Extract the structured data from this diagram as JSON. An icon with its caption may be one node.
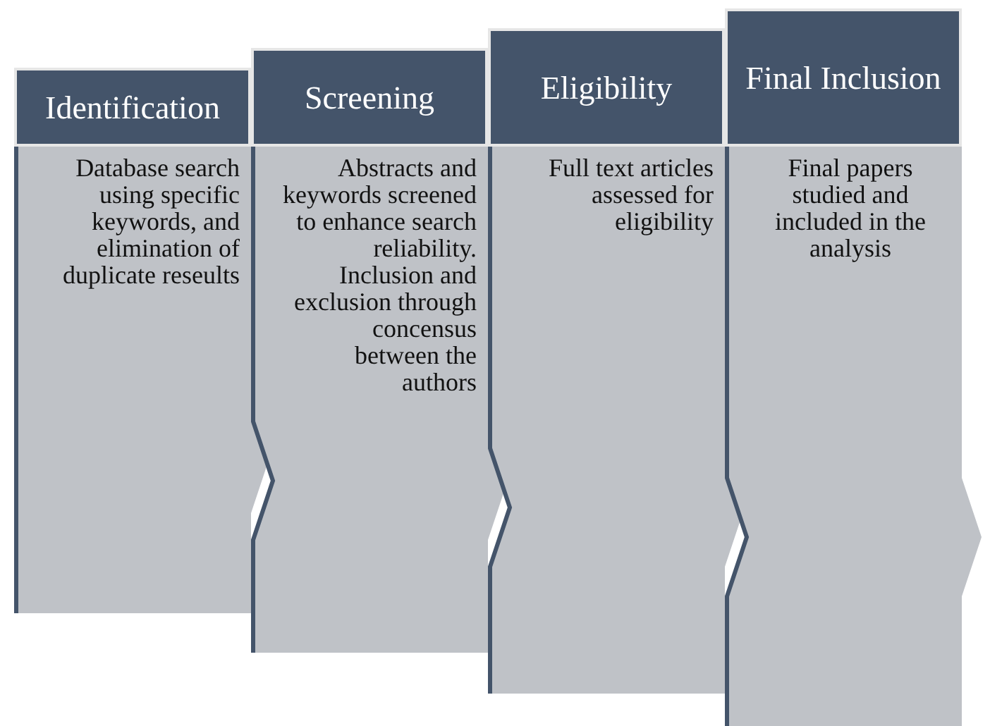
{
  "diagram": {
    "nodes": [
      {
        "text": [
          "Identification"
        ]
      },
      {
        "text": [
          "Database search using specific keywords, and elimination of duplicate reseults"
        ]
      },
      {
        "text": [
          "Screening"
        ]
      },
      {
        "text": [
          "Abstracts and keywords screened to enhance search reliability. Inclusion and exclusion through concensus between the authors"
        ]
      },
      {
        "text": [
          "Eligibility"
        ]
      },
      {
        "text": [
          "Full text articles assessed for eligibility"
        ]
      },
      {
        "text": [
          "Final Inclusion"
        ]
      },
      {
        "text": [
          "Final papers studied and included in the analysis"
        ]
      }
    ]
  }
}
